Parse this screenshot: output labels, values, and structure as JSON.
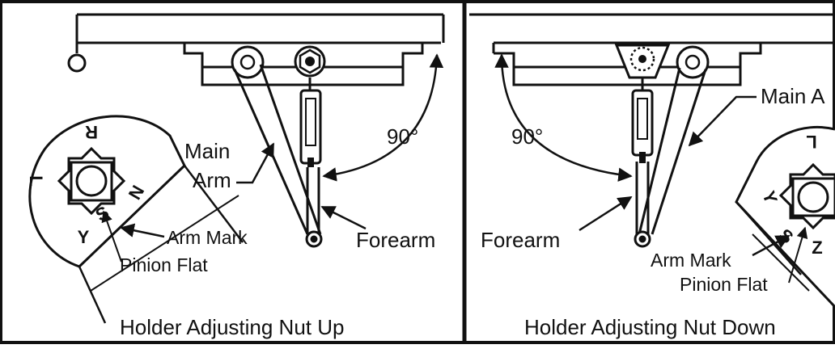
{
  "colors": {
    "ink": "#111111",
    "paper": "#ffffff"
  },
  "left_panel": {
    "title": "Right Hand Door",
    "angle": "90°",
    "main_arm": [
      "Main",
      "Arm"
    ],
    "forearm": "Forearm",
    "arm_mark": "Arm Mark",
    "pinion_flat": "Pinion Flat",
    "caption": "Holder Adjusting Nut Up",
    "pinion_letters": {
      "r": "R",
      "l": "L",
      "n": "N",
      "s": "S",
      "y": "Y"
    }
  },
  "right_panel": {
    "title": "Left Hand Door",
    "angle": "90°",
    "main_arm": "Main A",
    "forearm": "Forearm",
    "arm_mark": "Arm Mark",
    "pinion_flat": "Pinion Flat",
    "caption": "Holder Adjusting Nut Down",
    "pinion_letters": {
      "l": "L",
      "y": "Y",
      "s": "S",
      "z": "Z"
    }
  }
}
